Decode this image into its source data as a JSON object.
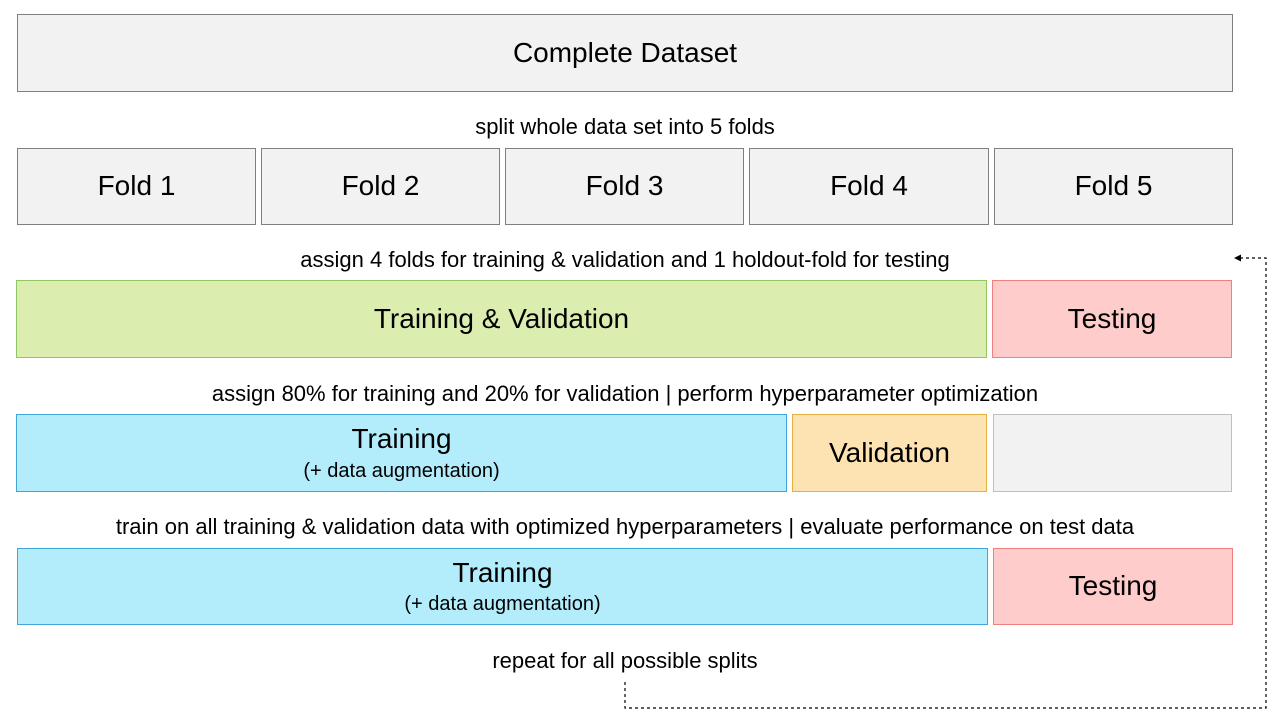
{
  "dataset": {
    "label": "Complete Dataset"
  },
  "captions": {
    "split": "split whole data set into 5 folds",
    "assign_folds": "assign 4 folds for training & validation and 1 holdout-fold for testing",
    "assign_percent": "assign 80% for training and 20% for validation | perform hyperparameter optimization",
    "train_all": "train on all training & validation data with optimized hyperparameters | evaluate performance on test data",
    "repeat": "repeat for all possible splits"
  },
  "folds": [
    "Fold 1",
    "Fold 2",
    "Fold 3",
    "Fold 4",
    "Fold 5"
  ],
  "row3": {
    "train_val": "Training & Validation",
    "testing": "Testing"
  },
  "row4": {
    "training": "Training",
    "training_note": "(+ data augmentation)",
    "validation": "Validation"
  },
  "row5": {
    "training": "Training",
    "training_note": "(+ data augmentation)",
    "testing": "Testing"
  },
  "colors": {
    "gray": "#f2f2f2",
    "green": "#dcedb0",
    "red": "#ffcccc",
    "blue": "#b3ecfa",
    "orange": "#fde3b2"
  }
}
